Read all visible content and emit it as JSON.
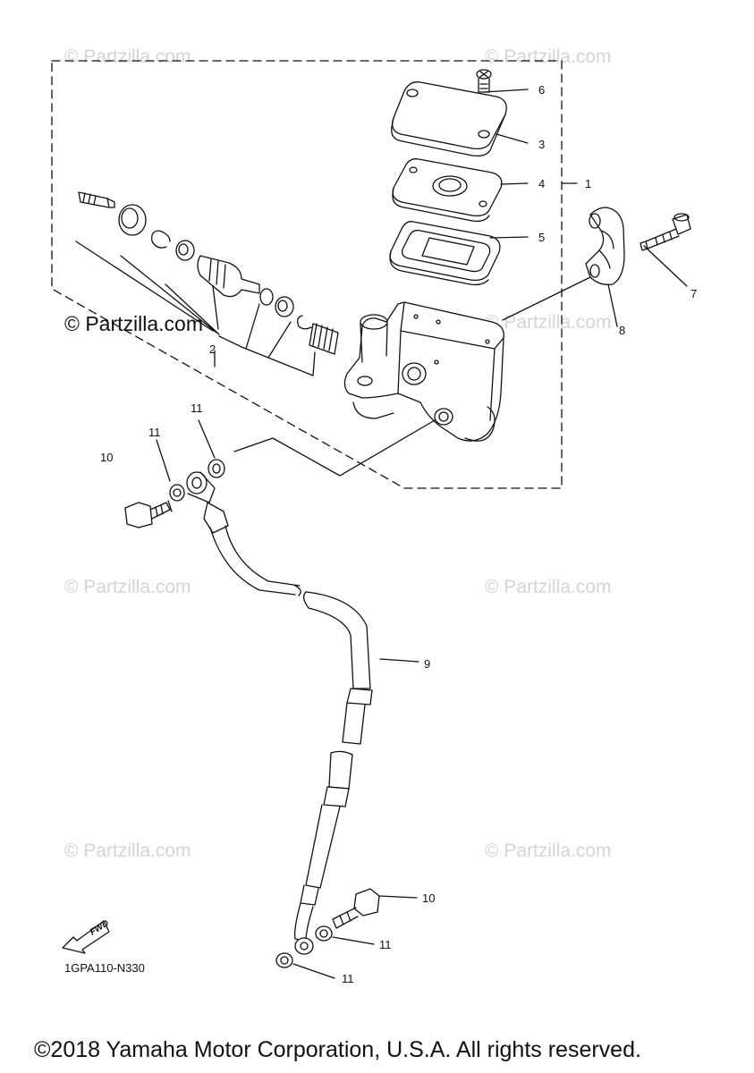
{
  "watermarks": {
    "faint": "© Partzilla.com",
    "prominent": "© Partzilla.com"
  },
  "callouts": {
    "c1": "1",
    "c2": "2",
    "c3": "3",
    "c4": "4",
    "c5": "5",
    "c6": "6",
    "c7": "7",
    "c8": "8",
    "c9": "9",
    "c10a": "10",
    "c10b": "10",
    "c11a": "11",
    "c11b": "11",
    "c11c": "11",
    "c11d": "11"
  },
  "fwd_label": "FWD",
  "diagram_code": "1GPA110-N330",
  "copyright": "©2018 Yamaha Motor Corporation, U.S.A. All rights reserved."
}
